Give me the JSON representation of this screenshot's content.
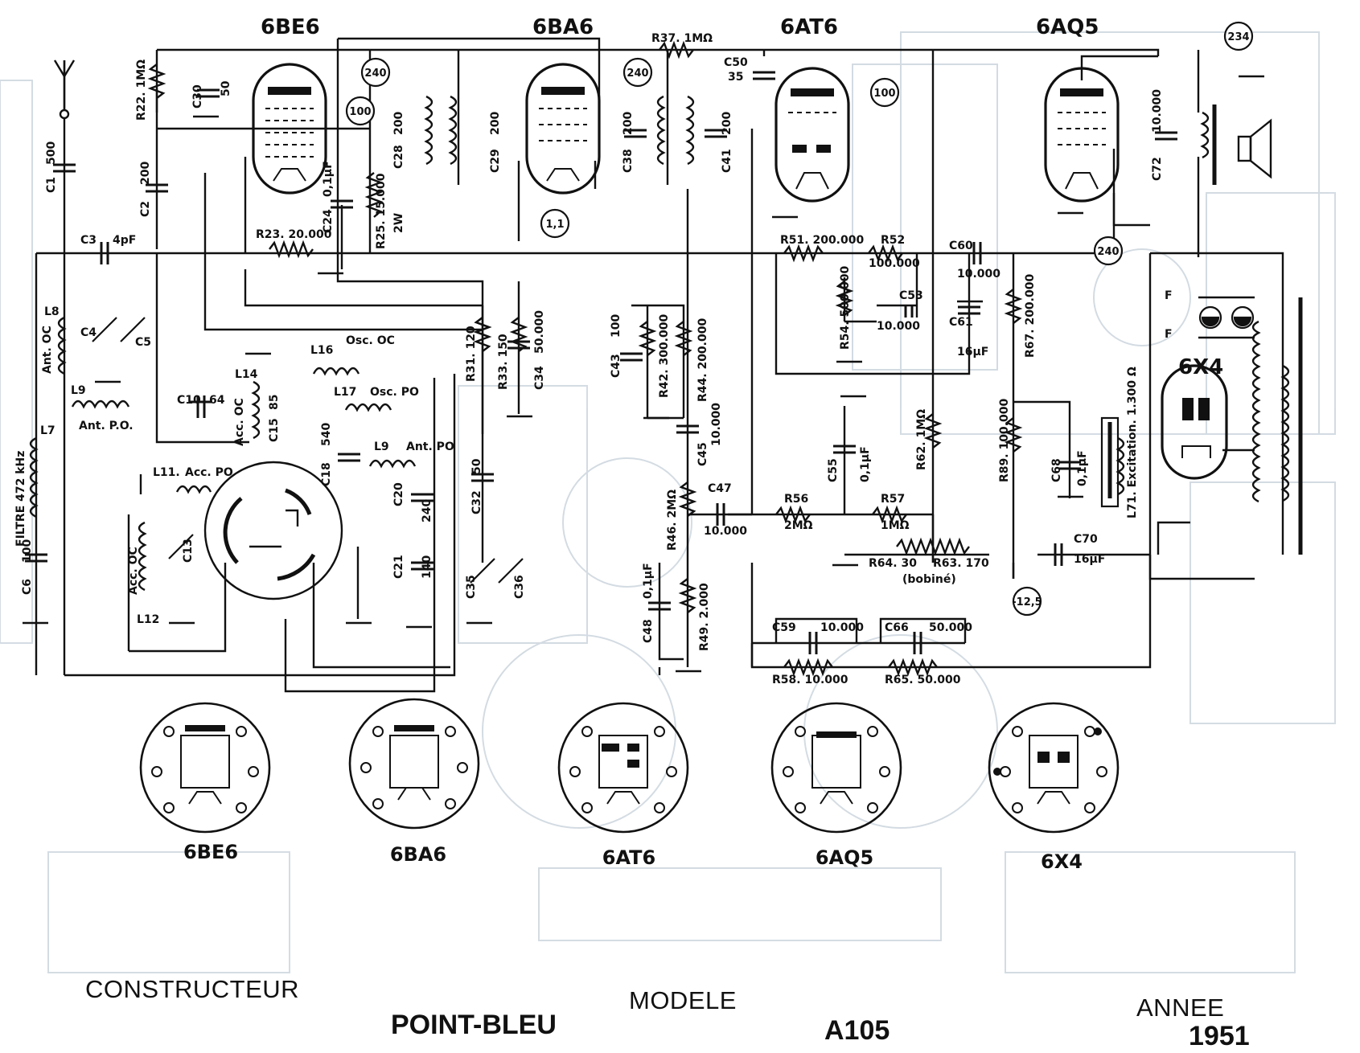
{
  "tubes": {
    "v1": "6BE6",
    "v2": "6BA6",
    "v3": "6AT6",
    "v4": "6AQ5",
    "v5": "6X4"
  },
  "voltage_tags": {
    "t240a": "240",
    "t100a": "100",
    "t240b": "240",
    "t100b": "100",
    "t234": "234",
    "t240c": "240",
    "t1_1": "1,1",
    "t12_5": "-12,5"
  },
  "components": {
    "r22": "R22. 1MΩ",
    "c30": "C30",
    "c30v": "50",
    "c1": "C1",
    "c1v": "500",
    "c2": "C2",
    "c2v": "200",
    "c3": "C3",
    "c3v": "4pF",
    "c24": "C24",
    "c24v": "0,1μF",
    "r25": "R25. 15.000",
    "r25w": "2W",
    "r23": "R23. 20.000",
    "c28": "C28",
    "c28v": "200",
    "c29": "C29",
    "c29v": "200",
    "r37": "R37. 1MΩ",
    "c50": "C50",
    "c50v": "35",
    "c38": "C38",
    "c38v": "200",
    "c41": "C41",
    "c41v": "200",
    "c72": "C72",
    "c72v": "10.000",
    "r51": "R51. 200.000",
    "r52": "R52",
    "r52v": "100.000",
    "c60": "C60",
    "c60v": "10.000",
    "c53": "C53",
    "c53v": "10.000",
    "r54": "R54. 500.000",
    "c61": "C61",
    "c61v": "16μF",
    "r67": "R67. 200.000",
    "r31": "R31. 120",
    "r33": "R33. 150",
    "c34": "C34",
    "c34v": "50.000",
    "c43": "C43",
    "c43v": "100",
    "r42": "R42. 300.000",
    "r44": "R44. 200.000",
    "c45": "C45",
    "c45v": "10.000",
    "c55": "C55",
    "c55v": "0,1μF",
    "r62": "R62. 1MΩ",
    "r89": "R89. 100.000",
    "c68": "C68",
    "c68v": "0,1μF",
    "l71": "L71. Excitation. 1.300 Ω",
    "c4": "C4",
    "c5": "C5",
    "l8": "L8",
    "l8s": "Ant. OC",
    "l9a": "L9",
    "l9as": "Ant. P.O.",
    "c10": "C10",
    "c10v": "64",
    "l14": "L14",
    "l14s": "Acc. OC",
    "c15": "C15",
    "c15v": "85",
    "l16": "L16",
    "l16s": "Osc. OC",
    "l17": "L17",
    "l17s": "Osc. PO",
    "c18": "C18",
    "c18v": "540",
    "l9b": "L9",
    "l9bs": "Ant. PO",
    "c20": "C20",
    "c20v": "240",
    "c21": "C21",
    "c21v": "140",
    "c32": "C32",
    "c32v": "50",
    "c35": "C35",
    "c36": "C36",
    "l7": "L7",
    "filtre": "FILTRE 472 kHz",
    "c6": "C6",
    "c6v": "100",
    "l11": "L11.",
    "l11s": "Acc. PO",
    "l12": "L12",
    "l12s": "Acc. OC",
    "c13": "C13",
    "r46": "R46. 2MΩ",
    "c47": "C47",
    "c47v": "10.000",
    "r56": "R56",
    "r56v": "2MΩ",
    "r57": "R57",
    "r57v": "1MΩ",
    "r64": "R64. 30",
    "r63": "R63. 170",
    "bobine": "(bobiné)",
    "c70": "C70",
    "c70v": "16μF",
    "c48": "C48",
    "c48v": "0,1μF",
    "r49": "R49. 2.000",
    "c59": "C59",
    "c59v": "10.000",
    "c66": "C66",
    "c66v": "50.000",
    "r58": "R58. 10.000",
    "r65": "R65. 50.000",
    "f1": "F",
    "f2": "F"
  },
  "pinouts": {
    "p1": "6BE6",
    "p2": "6BA6",
    "p3": "6AT6",
    "p4": "6AQ5",
    "p5": "6X4"
  },
  "footer": {
    "constructeur_label": "CONSTRUCTEUR",
    "constructeur_value": "POINT-BLEU",
    "modele_label": "MODELE",
    "modele_value": "A105",
    "annee_label": "ANNEE",
    "annee_value": "1951"
  }
}
